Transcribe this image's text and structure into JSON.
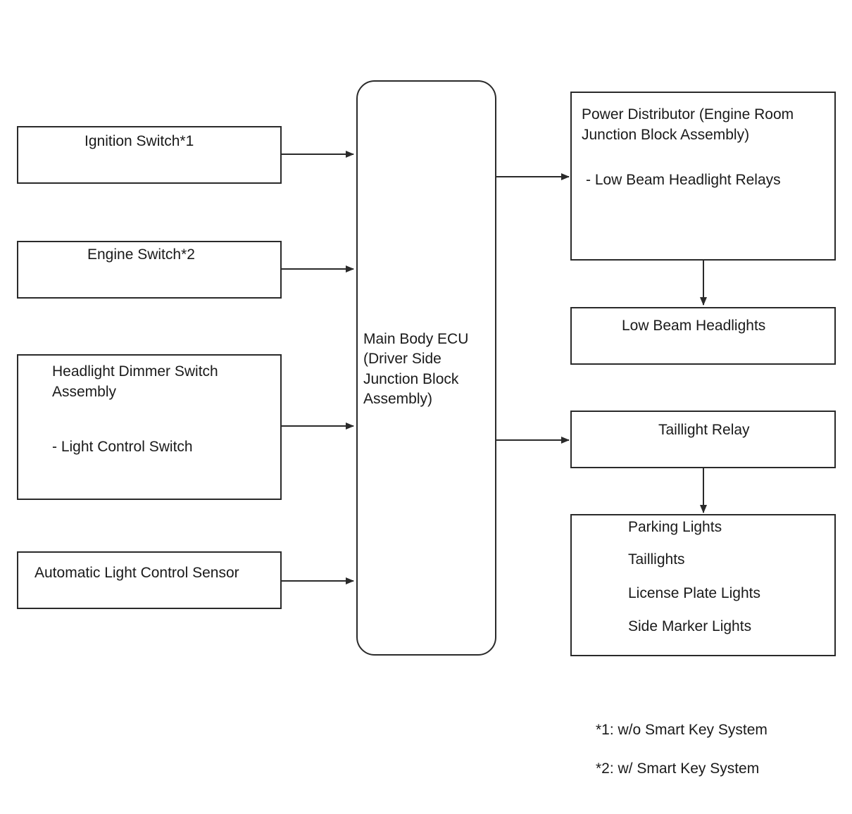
{
  "inputs": {
    "ignition_switch": "Ignition Switch*1",
    "engine_switch": "Engine Switch*2",
    "dimmer_switch_line1": "Headlight Dimmer Switch",
    "dimmer_switch_line2": "Assembly",
    "dimmer_switch_sub": "- Light Control Switch",
    "auto_light_sensor": "Automatic Light Control Sensor"
  },
  "ecu": {
    "line1": "Main Body ECU",
    "line2": "(Driver Side",
    "line3": "Junction Block",
    "line4": "Assembly)"
  },
  "outputs": {
    "power_distributor_line1": "Power Distributor (Engine Room",
    "power_distributor_line2": "Junction Block Assembly)",
    "power_distributor_sub": "- Low Beam Headlight Relays",
    "low_beam_headlights": "Low Beam Headlights",
    "taillight_relay": "Taillight Relay",
    "lights": [
      "Parking Lights",
      "Taillights",
      "License Plate Lights",
      "Side Marker Lights"
    ]
  },
  "footnotes": {
    "note1": "*1: w/o Smart Key System",
    "note2": "*2: w/ Smart Key System"
  },
  "colors": {
    "line": "#2a2a2a",
    "background": "#ffffff",
    "text": "#1a1a1a"
  }
}
